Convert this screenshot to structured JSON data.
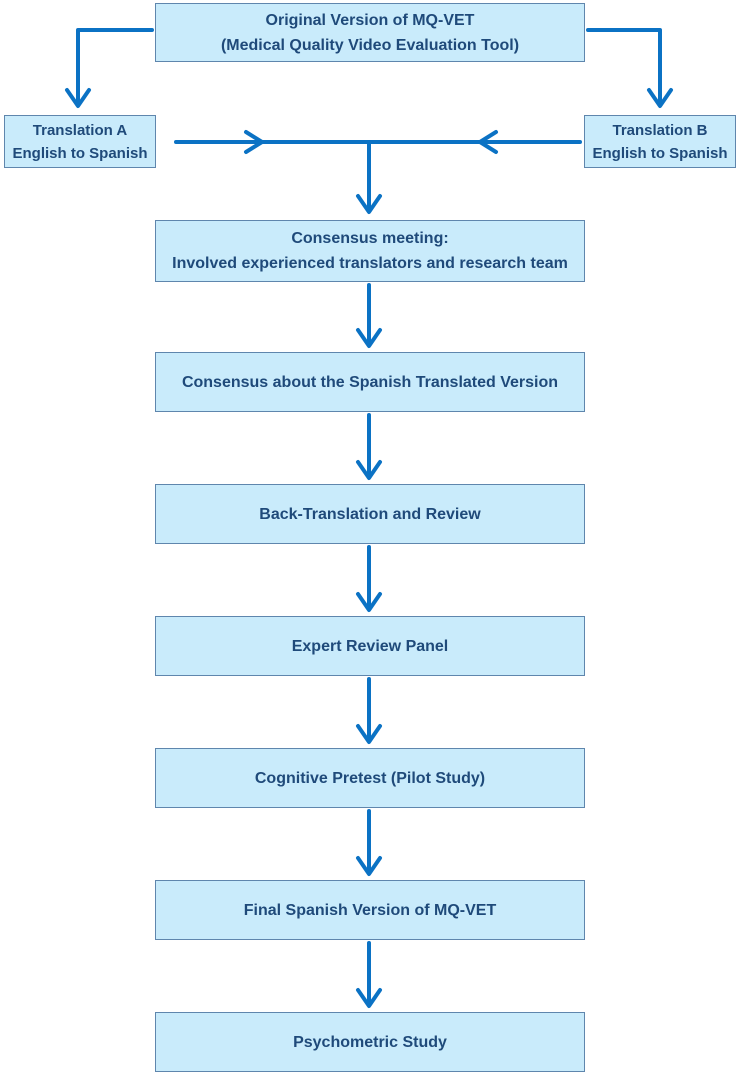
{
  "diagram": {
    "colors": {
      "box_fill": "#c9ebfb",
      "box_border": "#5f86ad",
      "text": "#1f4a7a",
      "arrow": "#0b72c4"
    },
    "nodes": {
      "original": {
        "line1": "Original Version of MQ-VET",
        "line2": "(Medical Quality Video Evaluation Tool)"
      },
      "translation_a": {
        "line1": "Translation A",
        "line2": "English to Spanish"
      },
      "translation_b": {
        "line1": "Translation B",
        "line2": "English to Spanish"
      },
      "consensus_meeting": {
        "line1": "Consensus meeting:",
        "line2": "Involved experienced translators and research team"
      },
      "consensus_spanish": {
        "label": "Consensus about the Spanish Translated Version"
      },
      "back_translation": {
        "label": "Back-Translation and Review"
      },
      "expert_review": {
        "label": "Expert Review Panel"
      },
      "cognitive_pretest": {
        "label": "Cognitive Pretest (Pilot Study)"
      },
      "final_version": {
        "label": "Final Spanish Version of MQ-VET"
      },
      "psychometric": {
        "label": "Psychometric Study"
      }
    },
    "edges": [
      {
        "from": "original",
        "to": "translation_a"
      },
      {
        "from": "original",
        "to": "translation_b"
      },
      {
        "from": "translation_a",
        "to": "consensus_meeting"
      },
      {
        "from": "translation_b",
        "to": "consensus_meeting"
      },
      {
        "from": "consensus_meeting",
        "to": "consensus_spanish"
      },
      {
        "from": "consensus_spanish",
        "to": "back_translation"
      },
      {
        "from": "back_translation",
        "to": "expert_review"
      },
      {
        "from": "expert_review",
        "to": "cognitive_pretest"
      },
      {
        "from": "cognitive_pretest",
        "to": "final_version"
      },
      {
        "from": "final_version",
        "to": "psychometric"
      }
    ]
  }
}
